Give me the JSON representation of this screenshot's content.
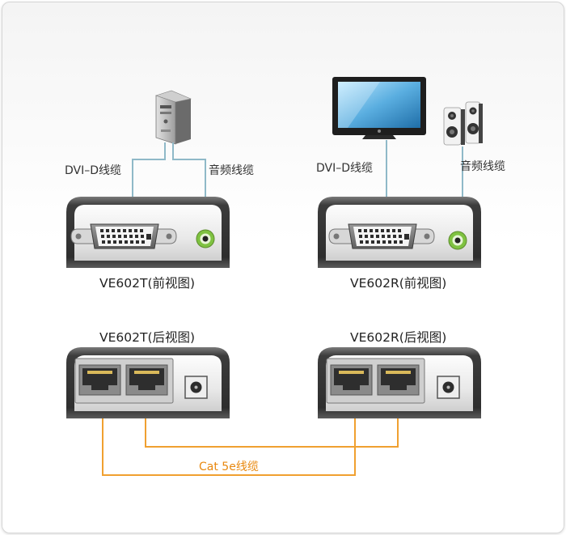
{
  "labels": {
    "t_dvi": "DVI–D线缆",
    "t_audio": "音频线缆",
    "r_dvi": "DVI–D线缆",
    "r_audio": "音频线缆",
    "t_front": "VE602T(前视图)",
    "r_front": "VE602R(前视图)",
    "t_rear": "VE602T(后视图)",
    "r_rear": "VE602R(后视图)",
    "cat_cable": "Cat 5e线缆"
  },
  "colors": {
    "cable_blue": "#8fb9c8",
    "cat_orange": "#f0a030",
    "audio_green": "#7fc241",
    "device_dark": "#4a4a4a"
  },
  "icons": [
    "pc-tower-icon",
    "monitor-icon",
    "speakers-icon",
    "dvi-port-icon",
    "audio-jack-icon",
    "rj45-port-icon",
    "power-jack-icon"
  ]
}
